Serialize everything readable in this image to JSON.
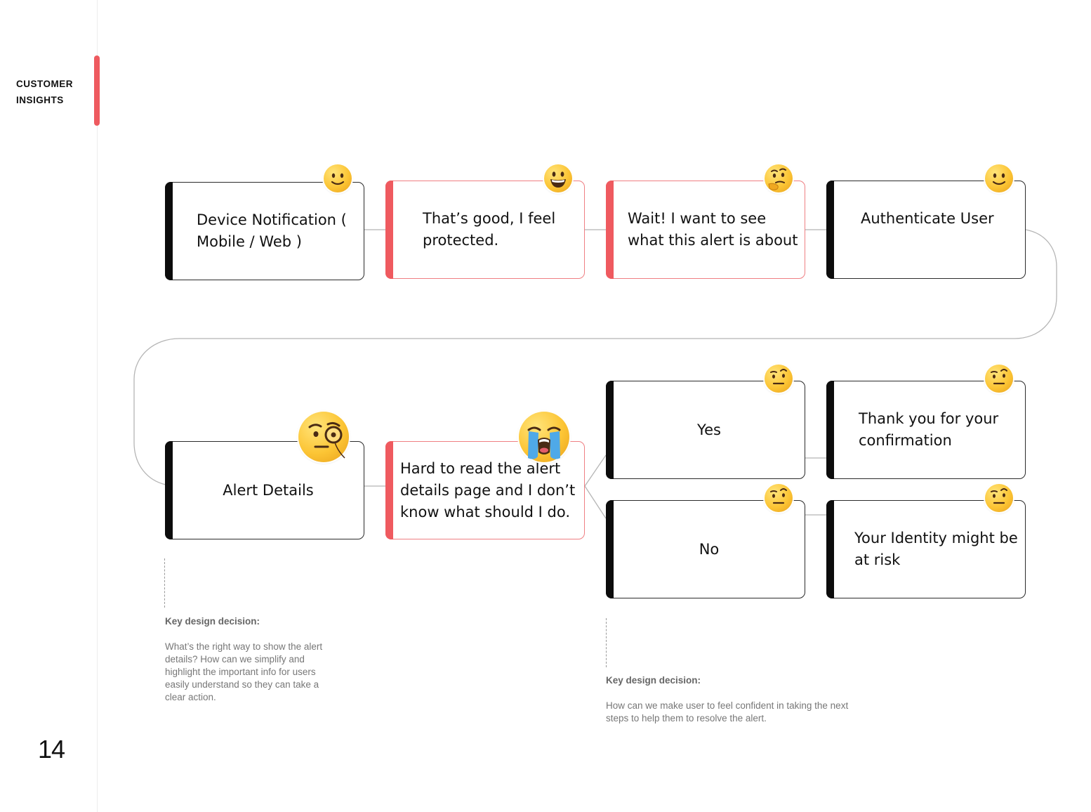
{
  "sidebar": {
    "section_label": "CUSTOMER INSIGHTS",
    "page_number": "14"
  },
  "colors": {
    "accent": "#ef5a5f",
    "dark_bar": "#0c0c0c",
    "connector": "#b5b5b5"
  },
  "journey": [
    {
      "id": "device",
      "text": "Device Notification ( Mobile / Web )",
      "mood": "slightly-smiling-face-icon"
    },
    {
      "id": "good",
      "text": "That’s good, I feel protected.",
      "mood": "grinning-face-icon"
    },
    {
      "id": "wait",
      "text": "Wait! I want to see what this alert is about",
      "mood": "thinking-face-icon"
    },
    {
      "id": "auth",
      "text": "Authenticate User",
      "mood": "slightly-smiling-face-icon"
    },
    {
      "id": "alert",
      "text": "Alert Details",
      "mood": "face-with-monocle-icon"
    },
    {
      "id": "hard",
      "text": "Hard to read the alert details page and I don’t know what should I do.",
      "mood": "loudly-crying-face-icon"
    },
    {
      "id": "yes",
      "text": "Yes",
      "mood": "face-with-raised-eyebrow-icon"
    },
    {
      "id": "thanks",
      "text": "Thank you for your confirmation",
      "mood": "face-with-raised-eyebrow-icon"
    },
    {
      "id": "no",
      "text": "No",
      "mood": "face-with-raised-eyebrow-icon"
    },
    {
      "id": "risk",
      "text": "Your Identity might be at risk",
      "mood": "face-with-raised-eyebrow-icon"
    }
  ],
  "notes": [
    {
      "title": "Key design decision:",
      "body": "What’s the right way to show the alert details? How can we simplify and highlight the important info for users easily understand so they can take a clear action."
    },
    {
      "title": "Key design decision:",
      "body": "How can we make user to feel confident in taking the next steps to help them to resolve the alert."
    }
  ]
}
